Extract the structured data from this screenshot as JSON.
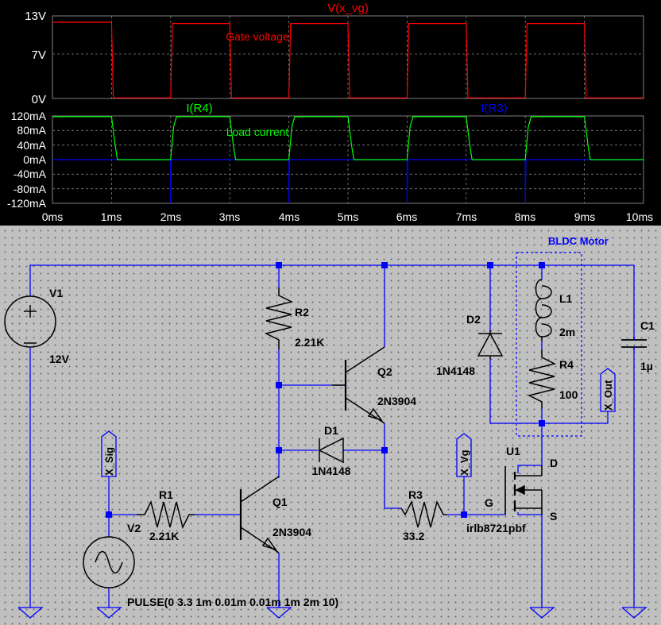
{
  "plot": {
    "top_trace_title": "V(x_vg)",
    "top_annotation": "Gate voltage",
    "top_ticks": [
      "13V",
      "7V",
      "0V"
    ],
    "bottom_trace_left_title": "I(R4)",
    "bottom_trace_right_title": "I(R3)",
    "bottom_annotation": "Load current",
    "bottom_ticks": [
      "120mA",
      "80mA",
      "40mA",
      "0mA",
      "-40mA",
      "-80mA",
      "-120mA"
    ],
    "x_ticks": [
      "0ms",
      "1ms",
      "2ms",
      "3ms",
      "4ms",
      "5ms",
      "6ms",
      "7ms",
      "8ms",
      "9ms",
      "10ms"
    ],
    "colors": {
      "gate": "#ff0000",
      "load": "#00ff00",
      "r3": "#0000ff",
      "grid": "#808080"
    }
  },
  "chart_data": [
    {
      "type": "line",
      "title": "V(x_vg)",
      "annotation": "Gate voltage",
      "x_unit": "ms",
      "xlim": [
        0,
        10
      ],
      "ylim": [
        0,
        13
      ],
      "series": [
        {
          "name": "V(x_vg)",
          "x": [
            0,
            1.0,
            1.03,
            2.0,
            2.03,
            3.0,
            3.03,
            4.0,
            4.03,
            5.0,
            5.03,
            6.0,
            6.03,
            7.0,
            7.03,
            8.0,
            8.03,
            9.0,
            9.03,
            10.0
          ],
          "y": [
            12.0,
            12.0,
            0.1,
            0.1,
            11.8,
            11.8,
            0.1,
            0.1,
            11.8,
            11.8,
            0.1,
            0.1,
            11.8,
            11.8,
            0.1,
            0.1,
            11.8,
            11.8,
            0.1,
            0.1
          ]
        }
      ]
    },
    {
      "type": "line",
      "annotation": "Load current",
      "x_unit": "ms",
      "xlim": [
        0,
        10
      ],
      "ylim": [
        -120,
        120
      ],
      "y_unit": "mA",
      "series": [
        {
          "name": "I(R4)",
          "x": [
            0,
            1.0,
            1.06,
            1.1,
            2.0,
            2.05,
            2.1,
            3.0,
            3.06,
            3.1,
            4.0,
            4.05,
            4.1,
            5.0,
            5.06,
            5.1,
            6.0,
            6.05,
            6.1,
            7.0,
            7.06,
            7.1,
            8.0,
            8.05,
            8.1,
            9.0,
            9.06,
            9.1,
            10.0
          ],
          "y": [
            118,
            118,
            40,
            0,
            0,
            90,
            118,
            118,
            40,
            0,
            0,
            90,
            118,
            118,
            40,
            0,
            0,
            90,
            118,
            118,
            40,
            0,
            0,
            90,
            118,
            118,
            40,
            0,
            0
          ]
        },
        {
          "name": "I(R3)",
          "x": [
            0,
            1.0,
            2.0,
            3.0,
            4.0,
            5.0,
            6.0,
            7.0,
            8.0,
            9.0,
            10.0
          ],
          "y": [
            0,
            0,
            -120,
            0,
            -120,
            0,
            -120,
            0,
            -120,
            0,
            0
          ]
        }
      ]
    }
  ],
  "schematic": {
    "block_label": "BLDC Motor",
    "labels": {
      "v1_name": "V1",
      "v1_value": "12V",
      "v2_name": "V2",
      "v2_value": "PULSE(0 3.3 1m 0.01m 0.01m 1m 2m 10)",
      "r1_name": "R1",
      "r1_value": "2.21K",
      "r2_name": "R2",
      "r2_value": "2.21K",
      "r3_name": "R3",
      "r3_value": "33.2",
      "r4_name": "R4",
      "r4_value": "100",
      "l1_name": "L1",
      "l1_value": "2m",
      "c1_name": "C1",
      "c1_value": "1µ",
      "d1_name": "D1",
      "d1_value": "1N4148",
      "d2_name": "D2",
      "d2_value": "1N4148",
      "q1_name": "Q1",
      "q1_value": "2N3904",
      "q2_name": "Q2",
      "q2_value": "2N3904",
      "u1_name": "U1",
      "u1_value": "irlb8721pbf",
      "pin_d": "D",
      "pin_g": "G",
      "pin_s": "S"
    },
    "net_labels": {
      "sig": "X_Sig",
      "vg": "X_Vg",
      "out": "X_Out"
    },
    "colors": {
      "wire": "#0000ff",
      "component": "#000000",
      "node": "#0000ff",
      "label_blue": "#0000ff"
    }
  }
}
